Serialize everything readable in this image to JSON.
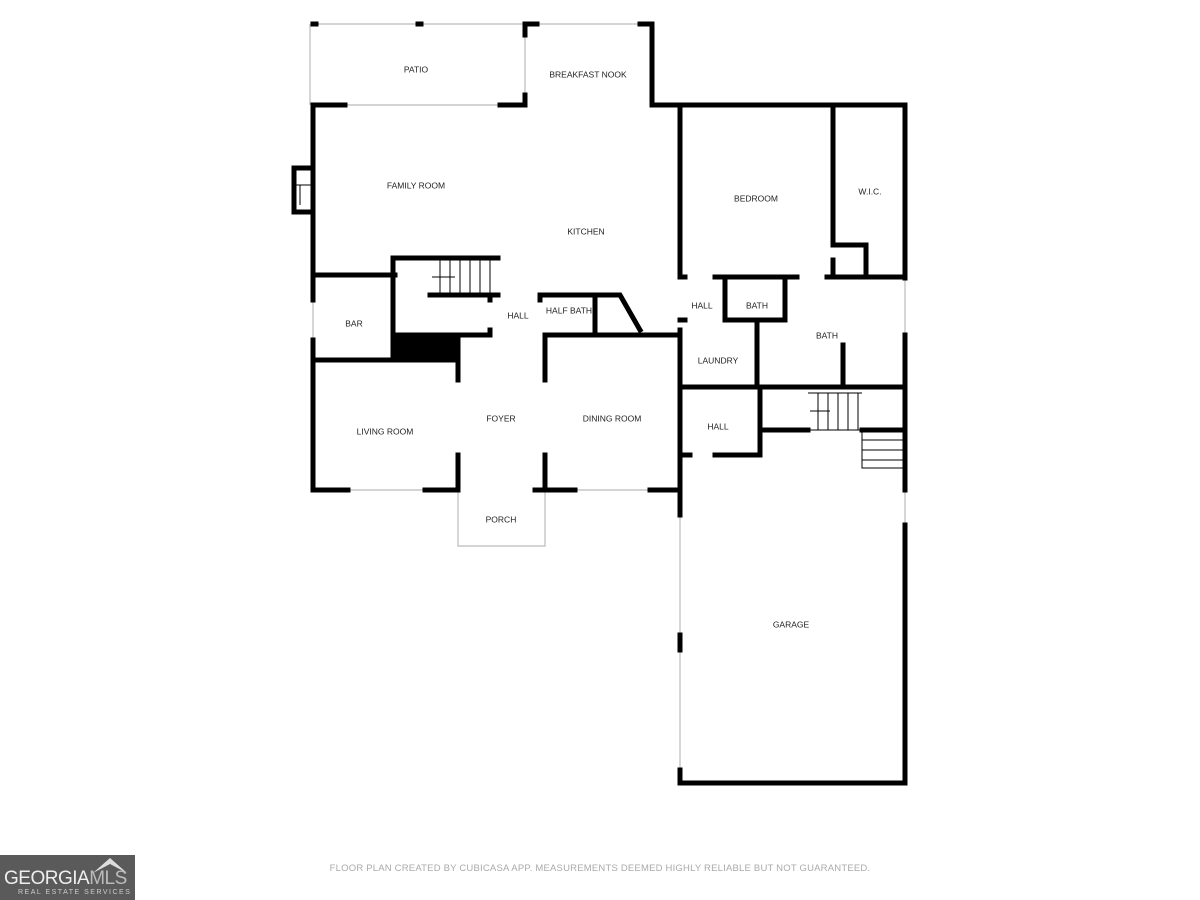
{
  "rooms": {
    "patio": "PATIO",
    "breakfast_nook": "BREAKFAST NOOK",
    "family_room": "FAMILY ROOM",
    "kitchen": "KITCHEN",
    "bedroom": "BEDROOM",
    "wic": "W.I.C.",
    "bar": "BAR",
    "hall_center": "HALL",
    "half_bath": "HALF BATH",
    "hall_right": "HALL",
    "bath_small": "BATH",
    "bath_large": "BATH",
    "laundry": "LAUNDRY",
    "living_room": "LIVING ROOM",
    "foyer": "FOYER",
    "dining_room": "DINING ROOM",
    "hall_lower": "HALL",
    "porch": "PORCH",
    "garage": "GARAGE"
  },
  "footer": "FLOOR PLAN CREATED BY CUBICASA APP. MEASUREMENTS DEEMED HIGHLY RELIABLE BUT NOT GUARANTEED.",
  "logo": {
    "main": "GEORGIA",
    "accent": "MLS",
    "tagline": "REAL ESTATE SERVICES"
  }
}
